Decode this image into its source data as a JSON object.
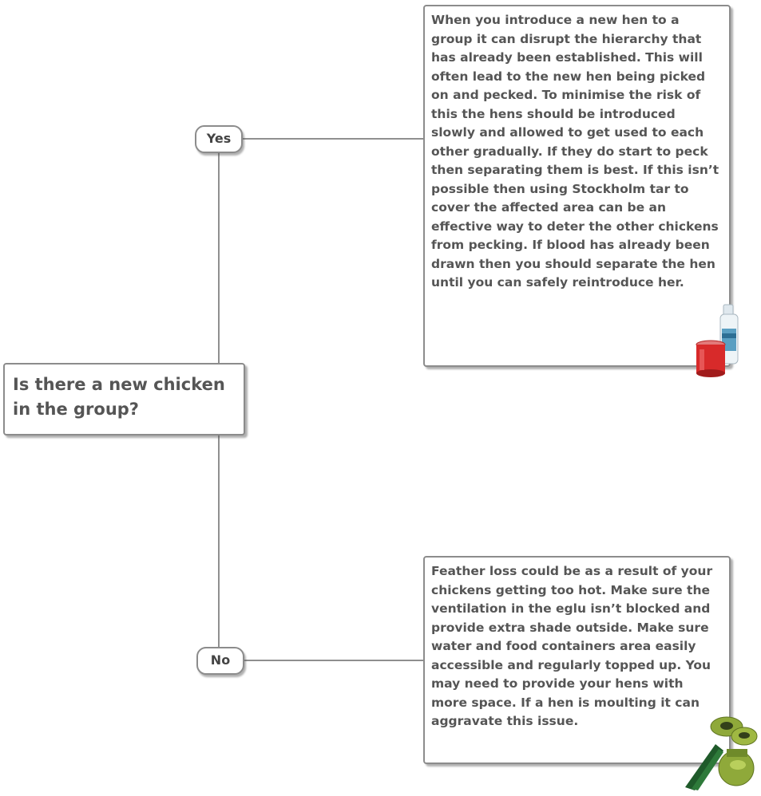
{
  "question": {
    "text": "Is there a new chicken in the group?"
  },
  "branches": {
    "yes": {
      "label": "Yes",
      "answer": "When you introduce a new hen to a group it can disrupt the hierarchy that has already been established. This will often lead to the new hen being picked on and pecked. To minimise the risk of this the hens should be introduced slowly and allowed to get used to each other gradually. If they do start to peck then separating them is best. If this isn’t possible then using Stockholm tar to cover the affected area can be an effective way to deter the other chickens from pecking. If blood has already been drawn then you should separate the hen until you can safely reintroduce her.",
      "product_image": "stockholm-tar-and-spray-bottle"
    },
    "no": {
      "label": "No",
      "answer": "Feather loss could be as a result of your chickens getting too hot. Make sure the ventilation in the eglu isn’t blocked and provide extra shade outside. Make sure water and food containers area easily accessible and regularly topped up. You may need to provide your hens with more space. If a hen is moulting it can aggravate this issue.",
      "product_image": "green-feeders-and-shade"
    }
  },
  "colors": {
    "border": "#8c8c8c",
    "connector": "#8f8f8f",
    "text": "#555555"
  }
}
